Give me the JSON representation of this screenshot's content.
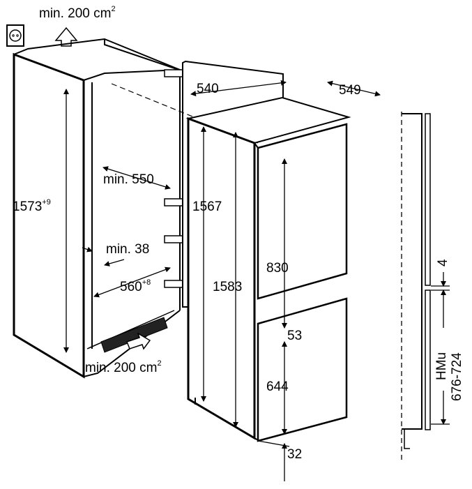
{
  "diagram": {
    "top_vent": {
      "text": "min. 200 cm",
      "sup": "2"
    },
    "bottom_vent": {
      "text": "min. 200 cm",
      "sup": "2"
    },
    "niche_height": {
      "text": "1573",
      "sup": "+9"
    },
    "niche_width": {
      "text": "560",
      "sup": "+8"
    },
    "niche_depth_min": "min. 550",
    "side_gap_min": "min. 38",
    "appliance_width": "540",
    "appliance_depth": "549",
    "appliance_height_body": "1567",
    "appliance_height_total": "1583",
    "upper_door_height": "830",
    "door_gap": "53",
    "lower_door_height": "644",
    "bottom_offset": "32",
    "furniture_door_gap": "4",
    "furniture_door_label": "HMu",
    "furniture_door_range": "676-724"
  }
}
